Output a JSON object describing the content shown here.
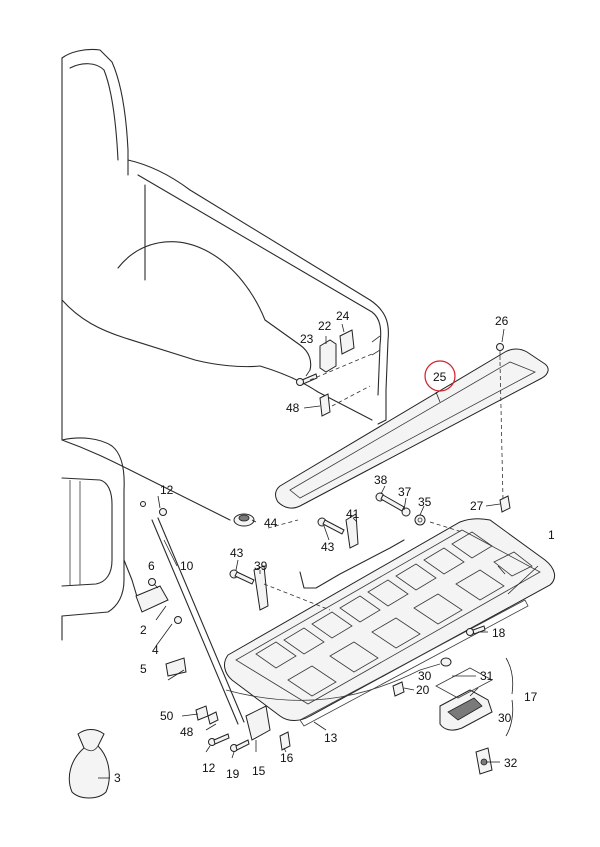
{
  "diagram": {
    "highlight_color": "#d0202a",
    "line_color": "#2b2b2b",
    "highlighted_callout": "25",
    "callouts": {
      "c1": "1",
      "c2": "2",
      "c3": "3",
      "c4": "4",
      "c5": "5",
      "c6": "6",
      "c10": "10",
      "c12a": "12",
      "c12b": "12",
      "c13": "13",
      "c15": "15",
      "c16": "16",
      "c17": "17",
      "c18": "18",
      "c19": "19",
      "c20": "20",
      "c22": "22",
      "c23": "23",
      "c24": "24",
      "c25": "25",
      "c26": "26",
      "c27": "27",
      "c30a": "30",
      "c30b": "30",
      "c31": "31",
      "c32": "32",
      "c35": "35",
      "c37": "37",
      "c38": "38",
      "c39": "39",
      "c41": "41",
      "c43a": "43",
      "c43b": "43",
      "c44": "44",
      "c48a": "48",
      "c48b": "48",
      "c50": "50"
    }
  }
}
